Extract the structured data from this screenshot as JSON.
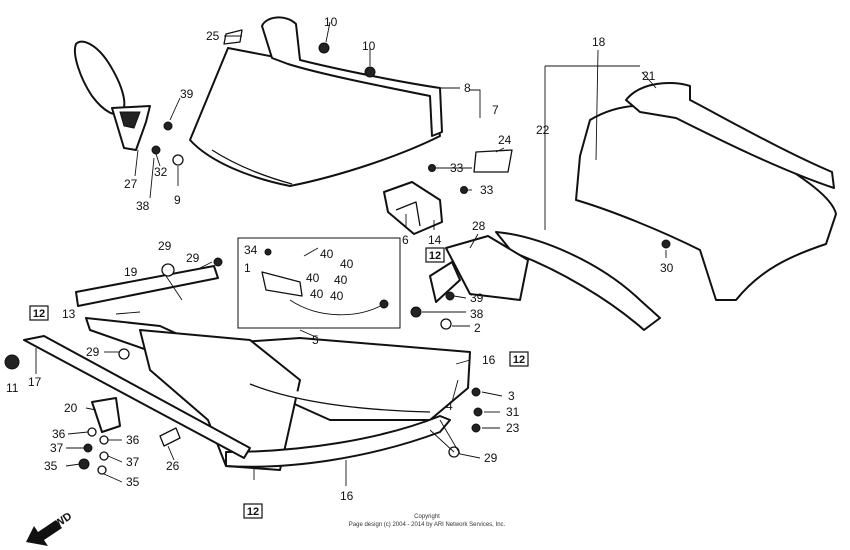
{
  "colors": {
    "ink": "#111111",
    "paper": "#ffffff"
  },
  "icons": {
    "forward": "arrow-fwd-icon"
  },
  "forward_label": "FWD",
  "copyright": {
    "line1": "Copyright",
    "line2": "Page design (c) 2004 - 2014 by ARI Network Services, Inc."
  },
  "callouts": [
    {
      "text": "25"
    },
    {
      "text": "10"
    },
    {
      "text": "10"
    },
    {
      "text": "8"
    },
    {
      "text": "7"
    },
    {
      "text": "39"
    },
    {
      "text": "27"
    },
    {
      "text": "32"
    },
    {
      "text": "9"
    },
    {
      "text": "38"
    },
    {
      "text": "24"
    },
    {
      "text": "33"
    },
    {
      "text": "33"
    },
    {
      "text": "18"
    },
    {
      "text": "21"
    },
    {
      "text": "22"
    },
    {
      "text": "6"
    },
    {
      "text": "14"
    },
    {
      "text": "28"
    },
    {
      "text": "30"
    },
    {
      "text": "34"
    },
    {
      "text": "40"
    },
    {
      "text": "40"
    },
    {
      "text": "40"
    },
    {
      "text": "40"
    },
    {
      "text": "40"
    },
    {
      "text": "40"
    },
    {
      "text": "1"
    },
    {
      "text": "5"
    },
    {
      "text": "29"
    },
    {
      "text": "29"
    },
    {
      "text": "19"
    },
    {
      "text": "13"
    },
    {
      "text": "39"
    },
    {
      "text": "38"
    },
    {
      "text": "2"
    },
    {
      "text": "29"
    },
    {
      "text": "16"
    },
    {
      "text": "11"
    },
    {
      "text": "17"
    },
    {
      "text": "4"
    },
    {
      "text": "3"
    },
    {
      "text": "31"
    },
    {
      "text": "23"
    },
    {
      "text": "20"
    },
    {
      "text": "36"
    },
    {
      "text": "36"
    },
    {
      "text": "37"
    },
    {
      "text": "37"
    },
    {
      "text": "35"
    },
    {
      "text": "35"
    },
    {
      "text": "26"
    },
    {
      "text": "16"
    },
    {
      "text": "29"
    }
  ],
  "boxed_callouts": [
    {
      "text": "12"
    },
    {
      "text": "12"
    },
    {
      "text": "12"
    },
    {
      "text": "12"
    }
  ]
}
